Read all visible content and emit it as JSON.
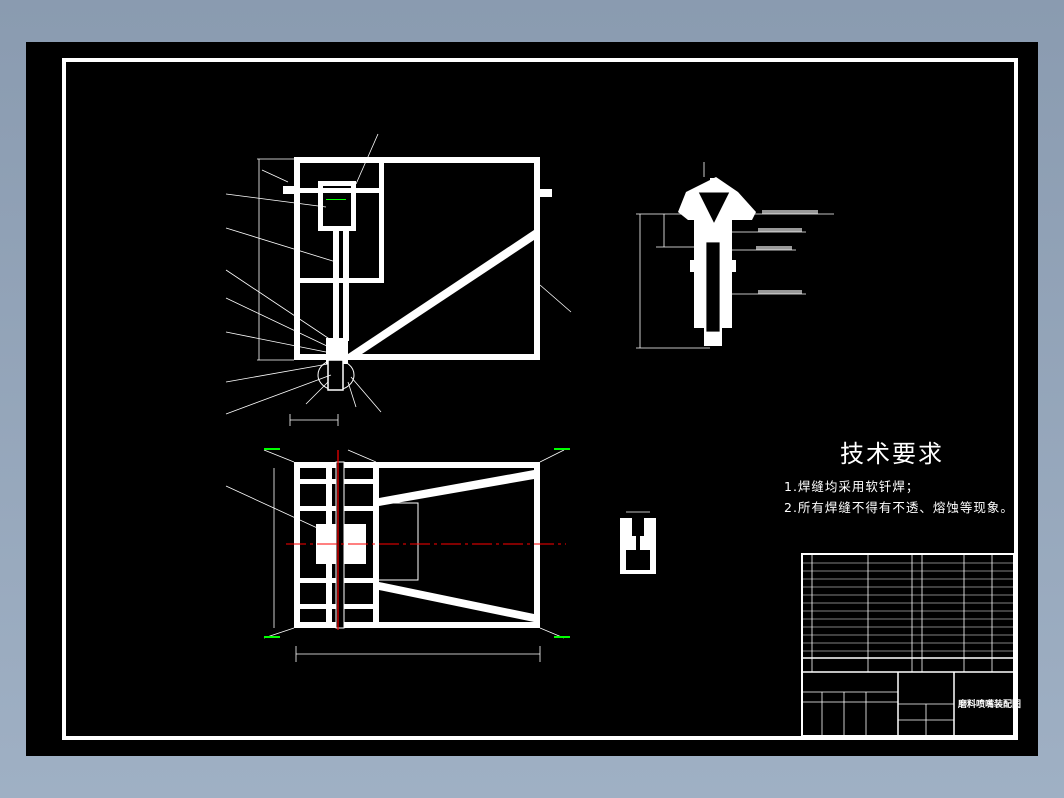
{
  "technical_requirements": {
    "title": "技术要求",
    "items": [
      "1.焊缝均采用软钎焊；",
      "2.所有焊缝不得有不透、熔蚀等现象。"
    ]
  },
  "title_block": {
    "drawing_title": "磨料喷嘴装配图"
  }
}
